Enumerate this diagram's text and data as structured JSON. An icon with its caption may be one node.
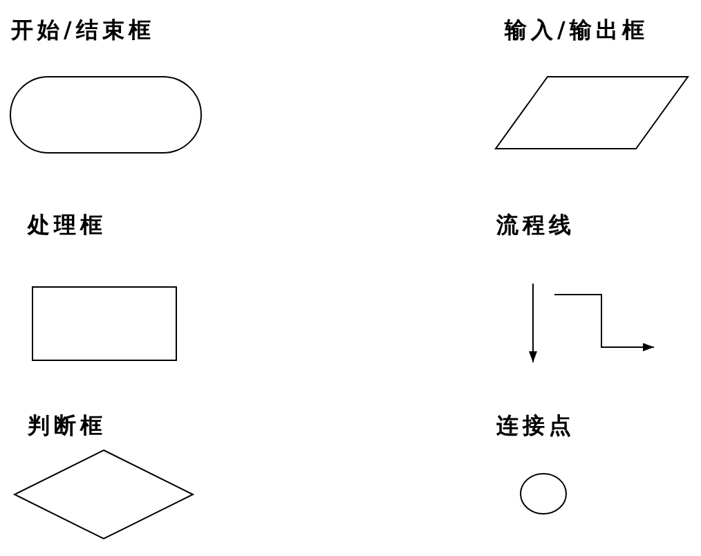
{
  "diagram": {
    "nodes": [
      {
        "text": [
          "开始/结束框"
        ]
      },
      {
        "text": [
          "输入/输出框"
        ]
      },
      {
        "text": [
          "处理框"
        ]
      },
      {
        "text": [
          "流程线"
        ]
      },
      {
        "text": [
          "判断框"
        ]
      },
      {
        "text": [
          "连接点"
        ]
      }
    ]
  }
}
